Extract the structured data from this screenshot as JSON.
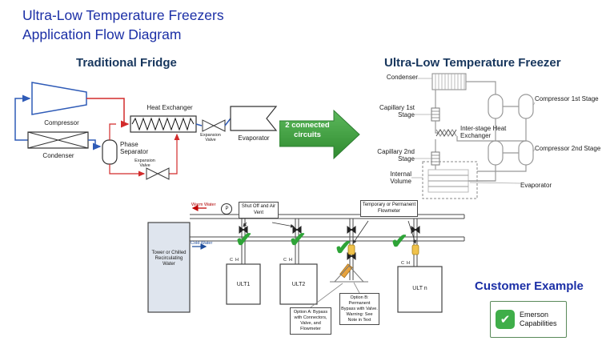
{
  "title": {
    "line1": "Ultra-Low Temperature Freezers",
    "line2": "Application Flow Diagram"
  },
  "traditional": {
    "heading": "Traditional Fridge",
    "compressor": "Compressor",
    "condenser": "Condenser",
    "phase_separator": "Phase Separator",
    "heat_exchanger": "Heat Exchanger",
    "expansion_valve_top": "Expansion Valve",
    "expansion_valve_bottom": "Expansion Valve",
    "evaporator": "Evaporator"
  },
  "connector": {
    "label": "2 connected circuits"
  },
  "ult": {
    "heading": "Ultra-Low Temperature Freezer",
    "condenser": "Condenser",
    "compressor_stage1": "Compressor 1st Stage",
    "capillary_stage1": "Capillary 1st Stage",
    "interstage_heat_exchanger": "Inter-stage Heat Exchanger",
    "compressor_stage2": "Compressor 2nd Stage",
    "capillary_stage2": "Capillary 2nd Stage",
    "internal_volume": "Internal Volume",
    "evaporator": "Evaporator"
  },
  "water_loop": {
    "tower": "Tower or Chilled Recirculating Water",
    "warm_water": "Warm Water",
    "cold_water": "Cold Water",
    "pump": "P",
    "shutoff_note": "Shut Off and Air Vent",
    "flowmeter_note": "Temporary or Permanent Flowmeter",
    "ult1": "ULT1",
    "ult2": "ULT2",
    "ultn": "ULT n",
    "ch": "C  H",
    "option_a": "Option A: Bypass with Connectors, Valve, and Flowmeter",
    "option_b": "Option B: Permanent Bypass with Valve. Warning: See Note in Text"
  },
  "customer": {
    "heading": "Customer Example",
    "legend": "Emerson Capabilities"
  },
  "icons": {
    "check": "✔"
  },
  "colors": {
    "title_blue": "#1B2FA6",
    "heading_navy": "#17365D",
    "arrow_green": "#44A33F",
    "check_green": "#2EA437",
    "hot_red": "#D22B2B",
    "cold_blue": "#2F5BB7",
    "flowmeter_yellow": "#F0C24B"
  }
}
